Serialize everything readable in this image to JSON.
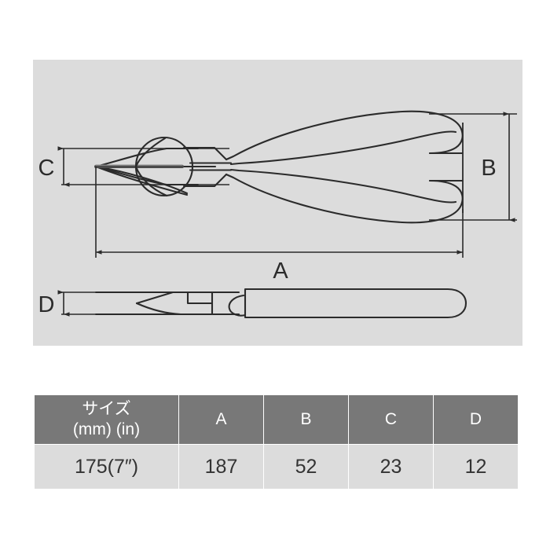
{
  "product": {
    "type": "diagonal-cutting-pliers",
    "view_main": "top-view",
    "view_secondary": "side-view"
  },
  "drawing": {
    "background_color": "#dcdcdc",
    "line_color": "#2b2b2b",
    "dimension_labels": [
      {
        "id": "A",
        "label": "A",
        "orientation": "horizontal",
        "describes": "overall-length"
      },
      {
        "id": "B",
        "label": "B",
        "orientation": "vertical",
        "describes": "overall-width-handles"
      },
      {
        "id": "C",
        "label": "C",
        "orientation": "vertical",
        "describes": "head-width"
      },
      {
        "id": "D",
        "label": "D",
        "orientation": "vertical",
        "describes": "head-thickness"
      }
    ]
  },
  "table": {
    "header": {
      "size_label_line1": "サイズ",
      "size_label_line2": "(mm) (in)",
      "columns": [
        "A",
        "B",
        "C",
        "D"
      ]
    },
    "rows": [
      {
        "size": "175(7″)",
        "values": [
          "187",
          "52",
          "23",
          "12"
        ]
      }
    ],
    "header_bg": "#787878",
    "header_text_color": "#ffffff",
    "row_bg": "#dcdcdc",
    "row_text_color": "#333333"
  }
}
